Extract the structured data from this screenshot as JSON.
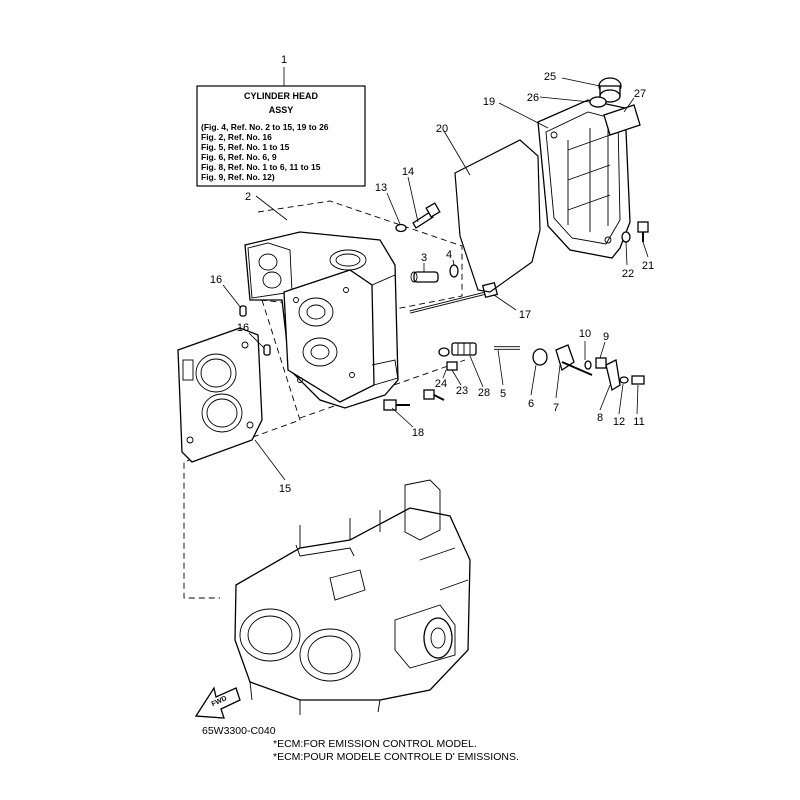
{
  "info_box": {
    "title_line1": "CYLINDER HEAD",
    "title_line2": "ASSY",
    "lines": [
      "(Fig. 4, Ref. No. 2 to 15, 19 to 26",
      " Fig. 2, Ref. No. 16",
      " Fig. 5, Ref. No. 1 to 15",
      " Fig. 6, Ref. No. 6, 9",
      " Fig. 8, Ref. No. 1 to 6, 11 to 15",
      " Fig. 9, Ref. No. 12)"
    ]
  },
  "callouts": {
    "n1": "1",
    "n2": "2",
    "n3": "3",
    "n4": "4",
    "n5": "5",
    "n6": "6",
    "n7": "7",
    "n8": "8",
    "n9": "9",
    "n10": "10",
    "n11": "11",
    "n12": "12",
    "n13": "13",
    "n14": "14",
    "n15": "15",
    "n16a": "16",
    "n16b": "16",
    "n17": "17",
    "n18": "18",
    "n19": "19",
    "n20": "20",
    "n21": "21",
    "n22": "22",
    "n23": "23",
    "n24": "24",
    "n25": "25",
    "n26": "26",
    "n27": "27",
    "n28": "28"
  },
  "fwd_label": "FWD",
  "figure_code": "65W3300-C040",
  "notes": [
    "*ECM:FOR EMISSION CONTROL MODEL.",
    "*ECM:POUR MODELE CONTROLE D' EMISSIONS."
  ]
}
